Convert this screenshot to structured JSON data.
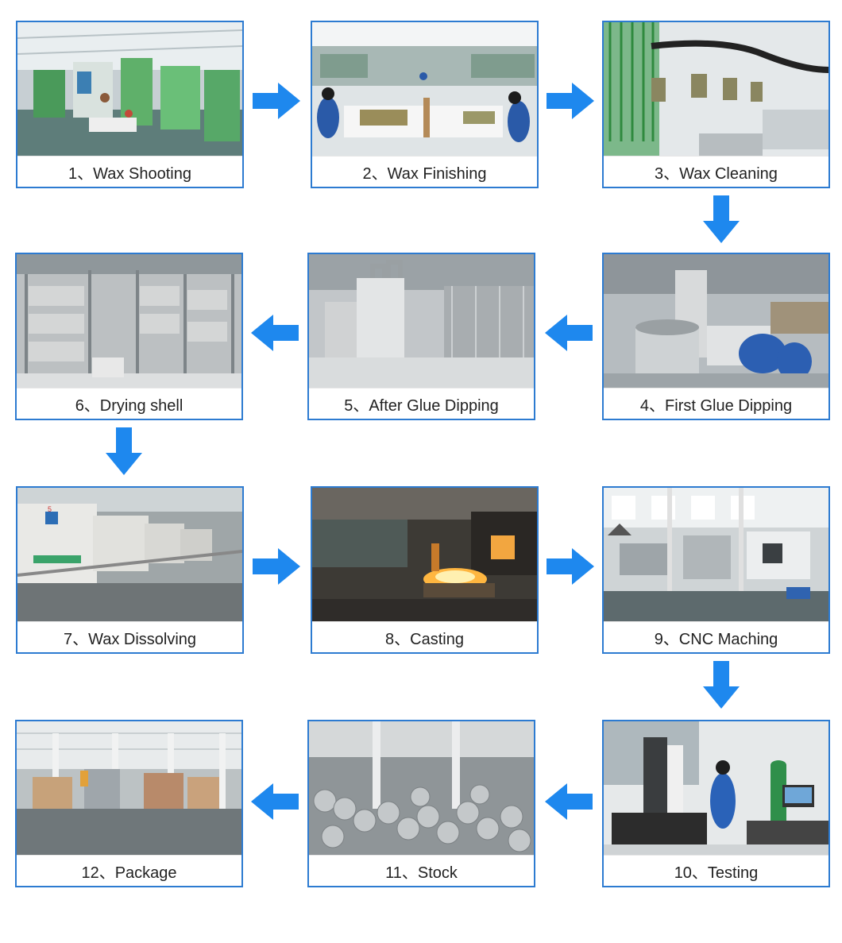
{
  "colors": {
    "frame": "#2d7bd1",
    "arrow": "#1e88ee"
  },
  "steps": [
    {
      "label": "1、Wax Shooting",
      "scene": "factory-machines"
    },
    {
      "label": "2、Wax Finishing",
      "scene": "workers-table"
    },
    {
      "label": "3、Wax Cleaning",
      "scene": "conveyor-hooks"
    },
    {
      "label": "4、First Glue Dipping",
      "scene": "dipping-robot"
    },
    {
      "label": "5、After Glue Dipping",
      "scene": "dipping-machine"
    },
    {
      "label": "6、Drying shell",
      "scene": "drying-racks"
    },
    {
      "label": "7、Wax Dissolving",
      "scene": "dewax-tanks"
    },
    {
      "label": "8、Casting",
      "scene": "foundry-fire"
    },
    {
      "label": "9、CNC Maching",
      "scene": "cnc-workshop"
    },
    {
      "label": "10、Testing",
      "scene": "cmm-lab"
    },
    {
      "label": "11、Stock",
      "scene": "metal-parts"
    },
    {
      "label": "12、Package",
      "scene": "warehouse-boxes"
    }
  ],
  "arrows": [
    {
      "direction": "right",
      "from": 1,
      "to": 2
    },
    {
      "direction": "right",
      "from": 2,
      "to": 3
    },
    {
      "direction": "down",
      "from": 3,
      "to": 4
    },
    {
      "direction": "left",
      "from": 4,
      "to": 5
    },
    {
      "direction": "left",
      "from": 5,
      "to": 6
    },
    {
      "direction": "down",
      "from": 6,
      "to": 7
    },
    {
      "direction": "right",
      "from": 7,
      "to": 8
    },
    {
      "direction": "right",
      "from": 8,
      "to": 9
    },
    {
      "direction": "down",
      "from": 9,
      "to": 10
    },
    {
      "direction": "left",
      "from": 10,
      "to": 11
    },
    {
      "direction": "left",
      "from": 11,
      "to": 12
    }
  ]
}
